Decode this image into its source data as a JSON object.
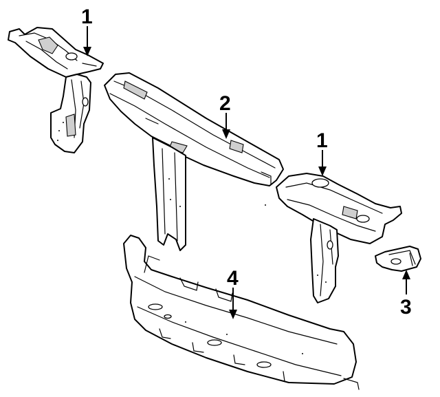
{
  "callouts": {
    "c1_left": "1",
    "c2": "2",
    "c1_right": "1",
    "c3": "3",
    "c4": "4"
  },
  "parts": [
    {
      "id": "left-support-bracket",
      "callout": "1"
    },
    {
      "id": "upper-tie-bar",
      "callout": "2"
    },
    {
      "id": "right-support-bracket",
      "callout": "1"
    },
    {
      "id": "small-bracket",
      "callout": "3"
    },
    {
      "id": "lower-tie-bar",
      "callout": "4"
    }
  ],
  "colors": {
    "line": "#000000",
    "background": "#ffffff",
    "shade": "#cfcfcf"
  }
}
